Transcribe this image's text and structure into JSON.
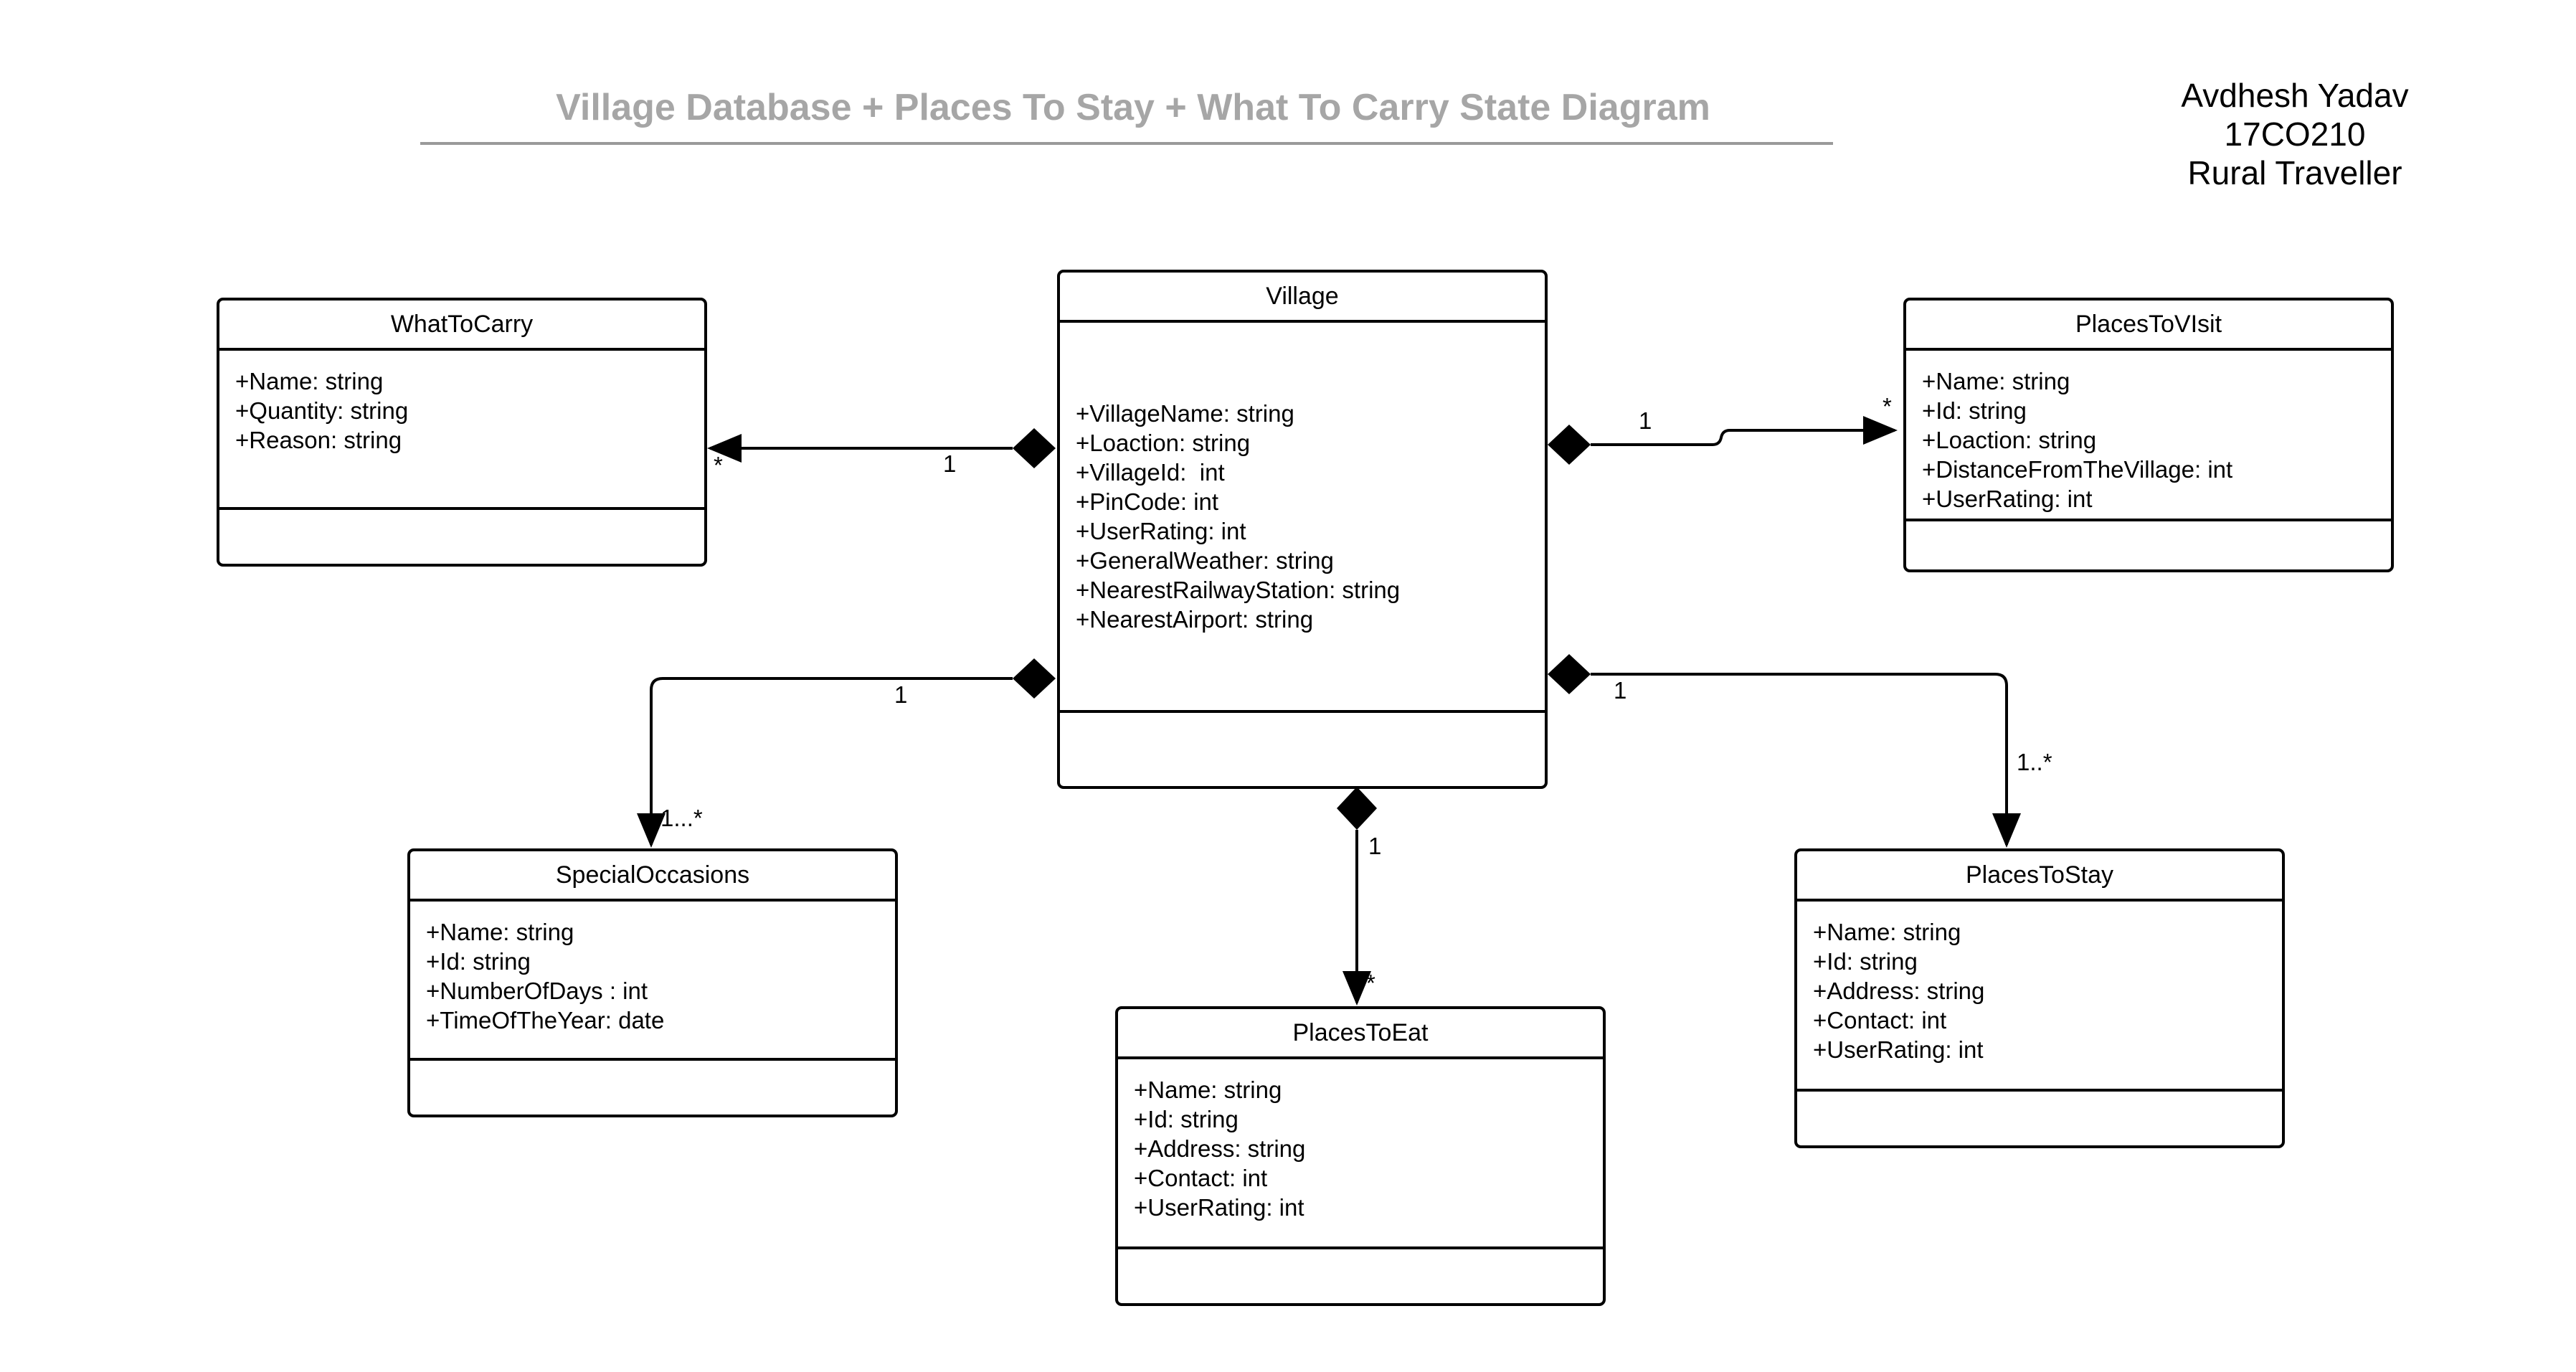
{
  "diagram": {
    "title": "Village Database + Places To Stay + What To Carry  State Diagram",
    "author": {
      "name": "Avdhesh Yadav",
      "id": "17CO210",
      "project": "Rural Traveller"
    },
    "classes": {
      "village": {
        "name": "Village",
        "attributes": [
          "+VillageName: string",
          "+Loaction: string",
          "+VillageId:  int",
          "+PinCode: int",
          "+UserRating: int",
          "+GeneralWeather: string",
          "+NearestRailwayStation: string",
          "+NearestAirport: string"
        ]
      },
      "what_to_carry": {
        "name": "WhatToCarry",
        "attributes": [
          "+Name: string",
          "+Quantity: string",
          "+Reason: string"
        ]
      },
      "places_to_visit": {
        "name": "PlacesToVIsit",
        "attributes": [
          "+Name: string",
          "+Id: string",
          "+Loaction: string",
          "+DistanceFromTheVillage: int",
          "+UserRating: int"
        ]
      },
      "special_occasions": {
        "name": "SpecialOccasions",
        "attributes": [
          "+Name: string",
          "+Id: string",
          "+NumberOfDays : int",
          "+TimeOfTheYear: date"
        ]
      },
      "places_to_eat": {
        "name": "PlacesToEat",
        "attributes": [
          "+Name: string",
          "+Id: string",
          "+Address: string",
          "+Contact: int",
          "+UserRating: int"
        ]
      },
      "places_to_stay": {
        "name": "PlacesToStay",
        "attributes": [
          "+Name: string",
          "+Id: string",
          "+Address: string",
          "+Contact: int",
          "+UserRating: int"
        ]
      }
    },
    "multiplicities": {
      "what_to_carry": {
        "village_end": "1",
        "target_end": "*"
      },
      "places_to_visit": {
        "village_end": "1",
        "target_end": "*"
      },
      "special_occasions": {
        "village_end": "1",
        "target_end": "1...*"
      },
      "places_to_eat": {
        "village_end": "1",
        "target_end": "*"
      },
      "places_to_stay": {
        "village_end": "1",
        "target_end": "1..*"
      }
    }
  }
}
